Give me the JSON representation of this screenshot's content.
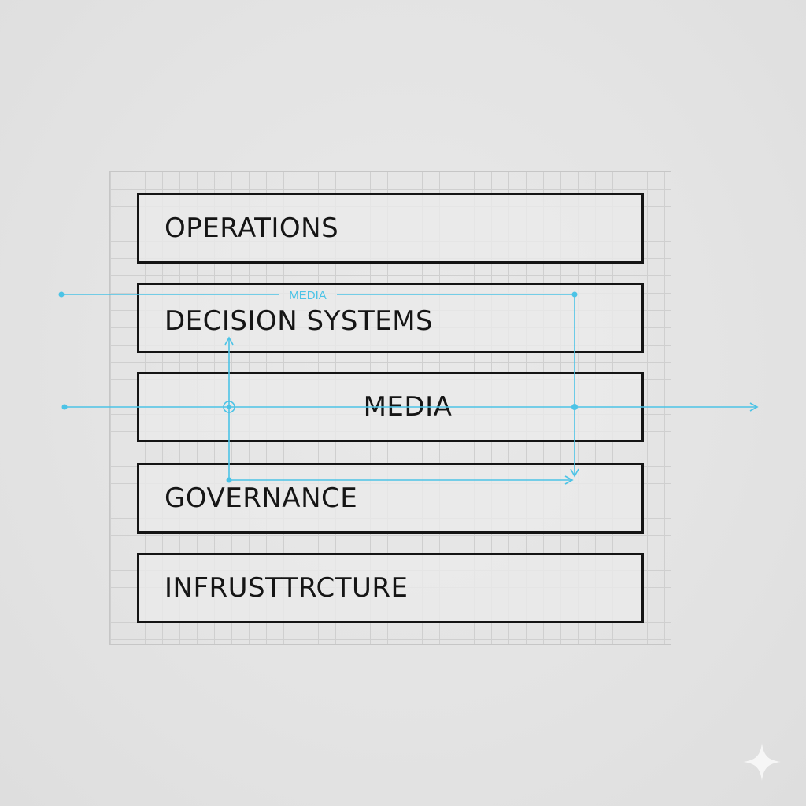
{
  "layers": [
    {
      "label": "OPERATIONS"
    },
    {
      "label": "DECISION SYSTEMS"
    },
    {
      "label": "MEDIA"
    },
    {
      "label": "GOVERNANCE"
    },
    {
      "label": "INFRUSTTRCTURE"
    }
  ],
  "connector_label": "MEDIA",
  "colors": {
    "background": "#e4e4e4",
    "grid": "#cfcfcf",
    "layer_border": "#141414",
    "connector": "#4cc3e6",
    "text": "#151515"
  },
  "icons": [
    "sparkle-icon"
  ]
}
